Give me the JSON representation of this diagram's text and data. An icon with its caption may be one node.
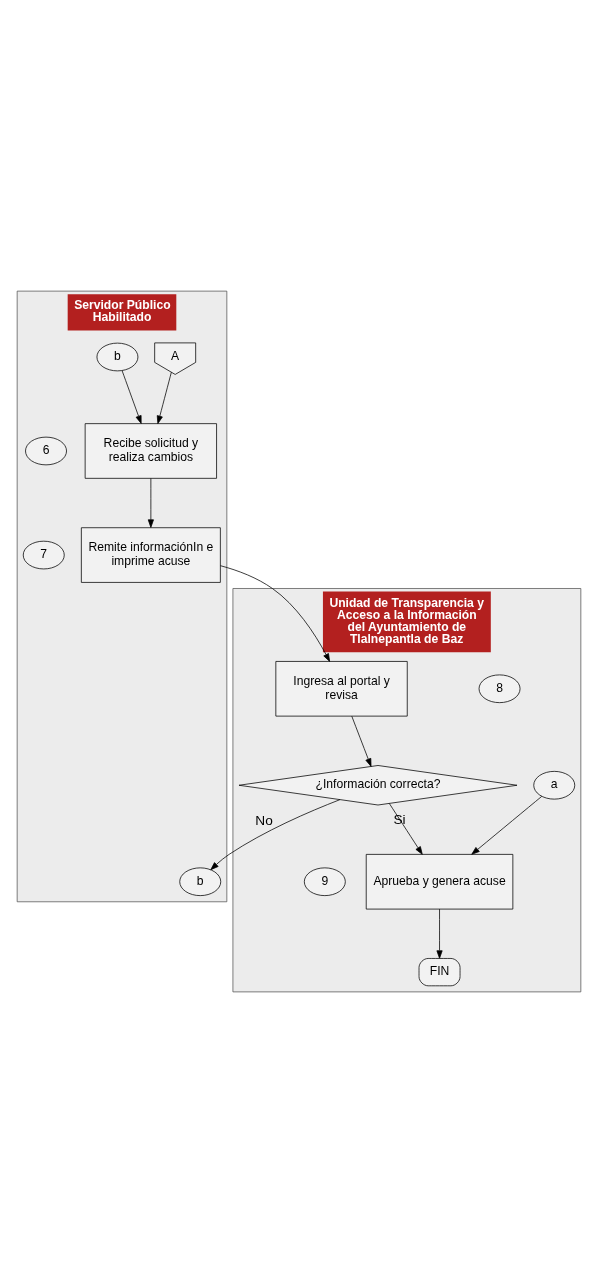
{
  "diagram": {
    "nodes": [
      {
        "text": [
          "Unidad de Transparencia y Acceso a la Información del Ayuntamiento de Tlalnepantla de Baz"
        ]
      },
      {
        "text": [
          "Servidor Público Habilitado"
        ]
      },
      {
        "text": [
          "A"
        ],
        "in": 1
      },
      {
        "text": [
          "b"
        ],
        "in": 1
      },
      {
        "text": [
          "6"
        ],
        "in": 1
      },
      {
        "text": [
          "Recibe solicitud y realiza cambios"
        ],
        "in": 1
      },
      {
        "text": [
          "7"
        ],
        "in": 1
      },
      {
        "text": [
          "Remite informaciónIn e imprime acuse"
        ],
        "in": 1
      },
      {
        "text": [
          "8"
        ],
        "in": 0
      },
      {
        "text": [
          "Ingresa al portal y revisa"
        ],
        "in": 0
      },
      {
        "text": [
          "¿Información correcta?"
        ],
        "in": 0
      },
      {
        "text": [
          "b"
        ],
        "in": 1
      },
      {
        "text": [
          "a"
        ],
        "in": 0
      },
      {
        "text": [
          "9"
        ],
        "in": 0
      },
      {
        "text": [
          "Aprueba y genera acuse"
        ],
        "in": 0
      },
      {
        "text": [
          "FIN"
        ],
        "in": 0
      }
    ],
    "edges": [
      {
        "from": 2,
        "to": 5,
        "arrow": "to"
      },
      {
        "from": 3,
        "to": 5,
        "arrow": "to"
      },
      {
        "from": 5,
        "to": 7,
        "arrow": "to"
      },
      {
        "from": 7,
        "to": 9,
        "arrow": "to"
      },
      {
        "from": 9,
        "to": 10,
        "arrow": "to"
      },
      {
        "from": 10,
        "to": 11,
        "label": "No",
        "arrow": "to"
      },
      {
        "from": 10,
        "to": 14,
        "label": "Si",
        "arrow": "to"
      },
      {
        "from": 12,
        "to": 14,
        "arrow": "to"
      },
      {
        "from": 14,
        "to": 15,
        "arrow": "to"
      }
    ]
  }
}
